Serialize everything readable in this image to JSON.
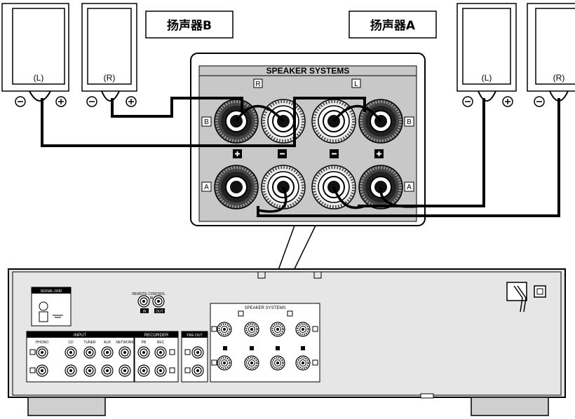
{
  "labels": {
    "speaker_b": "扬声器B",
    "speaker_a": "扬声器A",
    "L": "(L)",
    "R": "(R)",
    "panel_title": "SPEAKER SYSTEMS",
    "R_box": "R",
    "L_box": "L",
    "B_box": "B",
    "A_box": "A"
  },
  "rear_panel": {
    "signal_gnd": "SIGNAL GND",
    "remote_control": "REMOTE CONTROL",
    "remote_in": "IN",
    "remote_out": "OUT",
    "remote_ir": "IR",
    "input": "INPUT",
    "inputs": [
      "PHONO",
      "CD",
      "TUNER",
      "AUX",
      "NETWORK"
    ],
    "recorder": "RECORDER",
    "recorder_items": [
      "PB",
      "REC"
    ],
    "pre_out": "PRE OUT",
    "speaker_systems": "SPEAKER SYSTEMS"
  },
  "colors": {
    "line": "#000000",
    "panel_gray": "#c8c8c8",
    "chassis_gray": "#e6e6e6"
  }
}
